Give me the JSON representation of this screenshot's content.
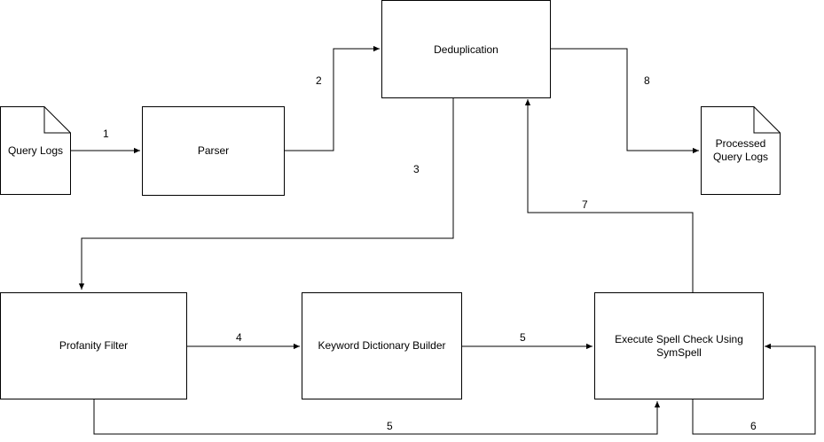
{
  "nodes": {
    "query_logs": "Query Logs",
    "parser": "Parser",
    "deduplication": "Deduplication",
    "processed_query_logs": "Processed Query Logs",
    "profanity_filter": "Profanity Filter",
    "keyword_dictionary_builder": "Keyword Dictionary Builder",
    "spell_check": "Execute Spell Check Using SymSpell"
  },
  "edges": {
    "e1": "1",
    "e2": "2",
    "e3": "3",
    "e4": "4",
    "e5a": "5",
    "e5b": "5",
    "e6": "6",
    "e7": "7",
    "e8": "8"
  },
  "colors": {
    "stroke": "#000000",
    "fill": "#ffffff"
  }
}
